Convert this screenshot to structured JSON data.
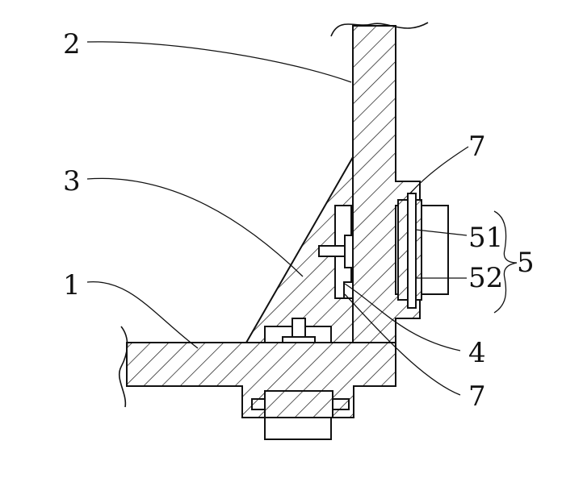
{
  "figure": {
    "labels": {
      "l1": "1",
      "l2": "2",
      "l3": "3",
      "l4": "4",
      "l5": "5",
      "l51": "51",
      "l52": "52",
      "l7a": "7",
      "l7b": "7"
    },
    "colors": {
      "ink": "#111111",
      "background": "#ffffff"
    }
  }
}
